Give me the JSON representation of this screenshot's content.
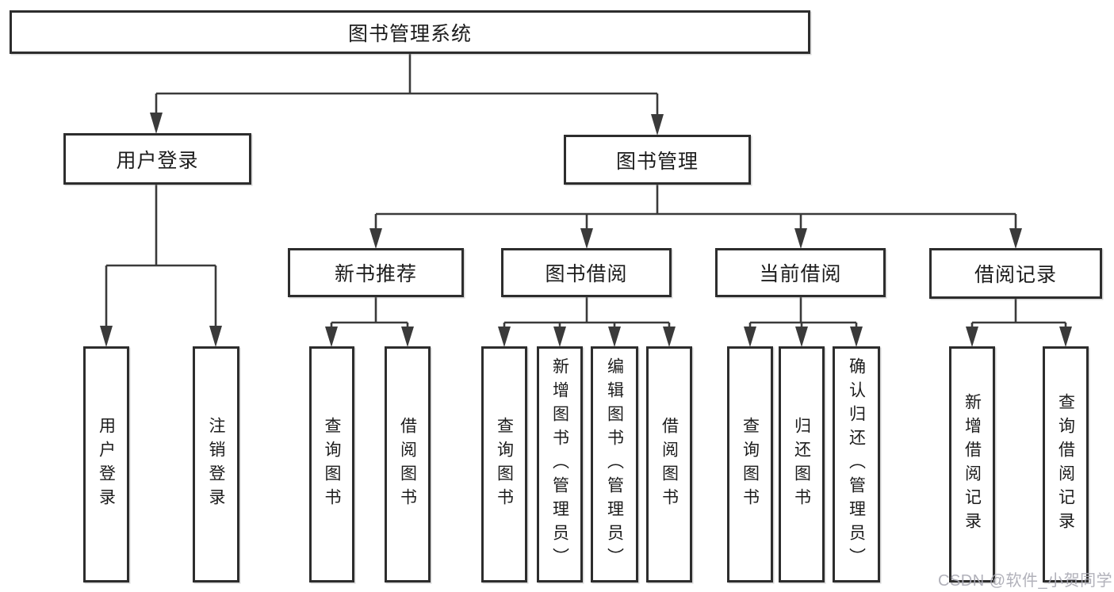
{
  "diagram": {
    "root": "图书管理系统",
    "user_login": {
      "label": "用户登录",
      "children": [
        "用户登录",
        "注销登录"
      ]
    },
    "book_management": {
      "label": "图书管理",
      "sections": [
        {
          "label": "新书推荐",
          "children": [
            "查询图书",
            "借阅图书"
          ]
        },
        {
          "label": "图书借阅",
          "children": [
            "查询图书",
            "新增图书（管理员）",
            "编辑图书（管理员）",
            "借阅图书"
          ]
        },
        {
          "label": "当前借阅",
          "children": [
            "查询图书",
            "归还图书",
            "确认归还（管理员）"
          ]
        },
        {
          "label": "借阅记录",
          "children": [
            "新增借阅记录",
            "查询借阅记录"
          ]
        }
      ]
    },
    "line_color": "#3a3a3a",
    "border_color": "#2d2d2d"
  },
  "watermark": "CSDN @软件_小贺同学"
}
